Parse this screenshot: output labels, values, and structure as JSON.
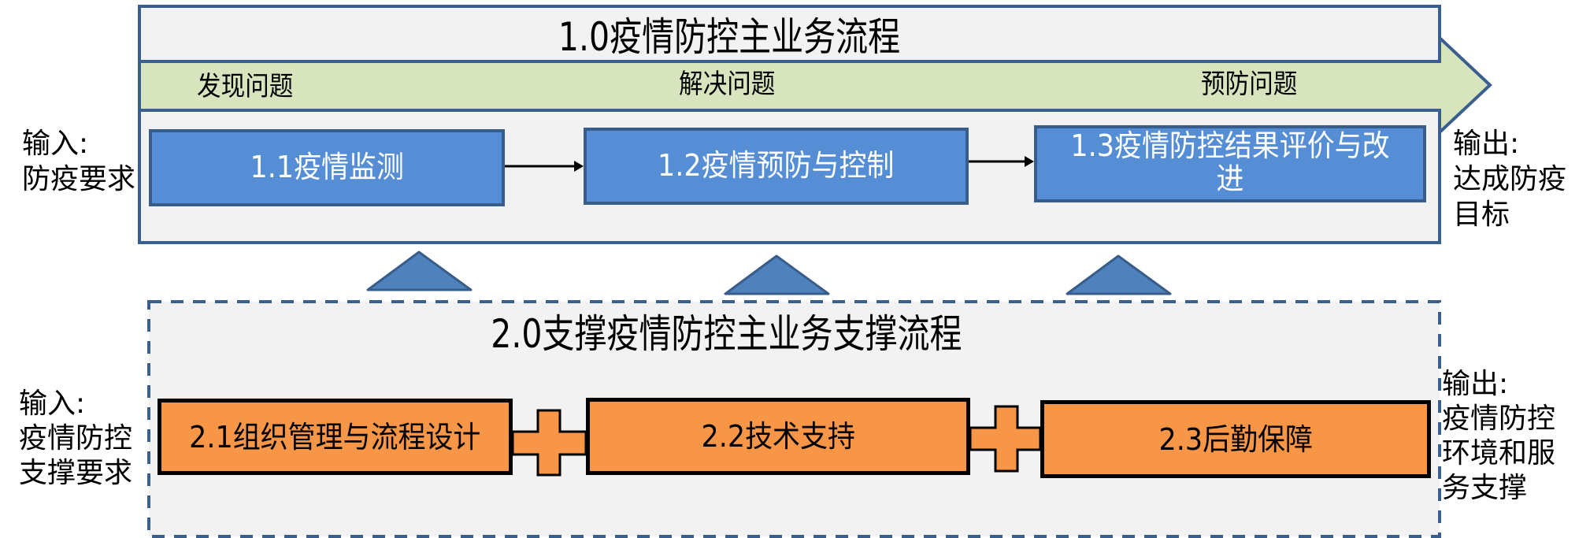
{
  "colors": {
    "panel_fill": "#F2F2F2",
    "panel_border": "#3A5F8E",
    "arrow_fill": "#D7E4BD",
    "process_blue": "#558ED5",
    "process_blue_border": "#385D8A",
    "support_orange": "#F79646",
    "triangle_fill": "#4F81BD"
  },
  "main_process": {
    "title": "1.0疫情防控主业务流程",
    "phases": [
      "发现问题",
      "解决问题",
      "预防问题"
    ],
    "steps": [
      {
        "label": "1.1疫情监测"
      },
      {
        "label": "1.2疫情预防与控制"
      },
      {
        "label": "1.3疫情防控结果评价与改进"
      }
    ],
    "input": {
      "heading": "输入:",
      "lines": [
        "防疫要求"
      ]
    },
    "output": {
      "heading": "输出:",
      "lines": [
        "达成防疫",
        "目标"
      ]
    }
  },
  "support_process": {
    "title": "2.0支撑疫情防控主业务支撑流程",
    "steps": [
      {
        "label": "2.1组织管理与流程设计"
      },
      {
        "label": "2.2技术支持"
      },
      {
        "label": "2.3后勤保障"
      }
    ],
    "input": {
      "heading": "输入:",
      "lines": [
        "疫情防控",
        "支撑要求"
      ]
    },
    "output": {
      "heading": "输出:",
      "lines": [
        "疫情防控",
        "环境和服",
        "务支撑"
      ]
    }
  },
  "connectors": {
    "main_arrows": [
      "1.1→1.2",
      "1.2→1.3"
    ],
    "support_joins": [
      "plus",
      "plus"
    ],
    "support_to_main": [
      "triangle-up",
      "triangle-up",
      "triangle-up"
    ]
  }
}
